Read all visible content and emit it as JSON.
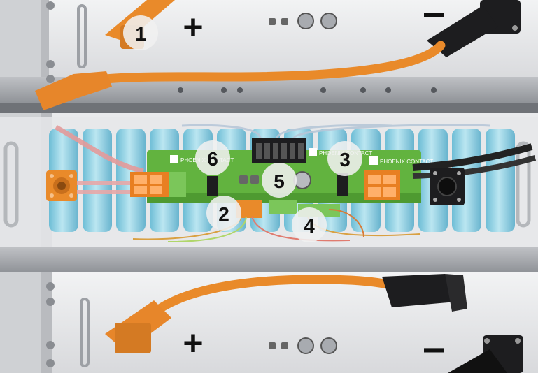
{
  "image": {
    "top_module": {
      "plus_sign": "+",
      "minus_sign": "−"
    },
    "bottom_module": {
      "plus_sign": "+",
      "minus_sign": "−"
    },
    "board_logos": [
      "PHOENIX CONTACT",
      "PHOENIX CONTACT",
      "PHOENIX CONTACT"
    ],
    "callouts": [
      {
        "number": "1",
        "target": "positive-power-connector"
      },
      {
        "number": "2",
        "target": "signal-terminal-block"
      },
      {
        "number": "3",
        "target": "board-to-board-connector"
      },
      {
        "number": "4",
        "target": "pcb-terminal-block"
      },
      {
        "number": "5",
        "target": "circular-connector"
      },
      {
        "number": "6",
        "target": "pin-header-connector"
      }
    ],
    "colors": {
      "cable_orange": "#e98a2a",
      "pcb_green": "#62b33f",
      "cell_blue": "#8fd3e6",
      "housing_gray": "#dcdde0",
      "connector_black": "#1d1d1f"
    }
  }
}
